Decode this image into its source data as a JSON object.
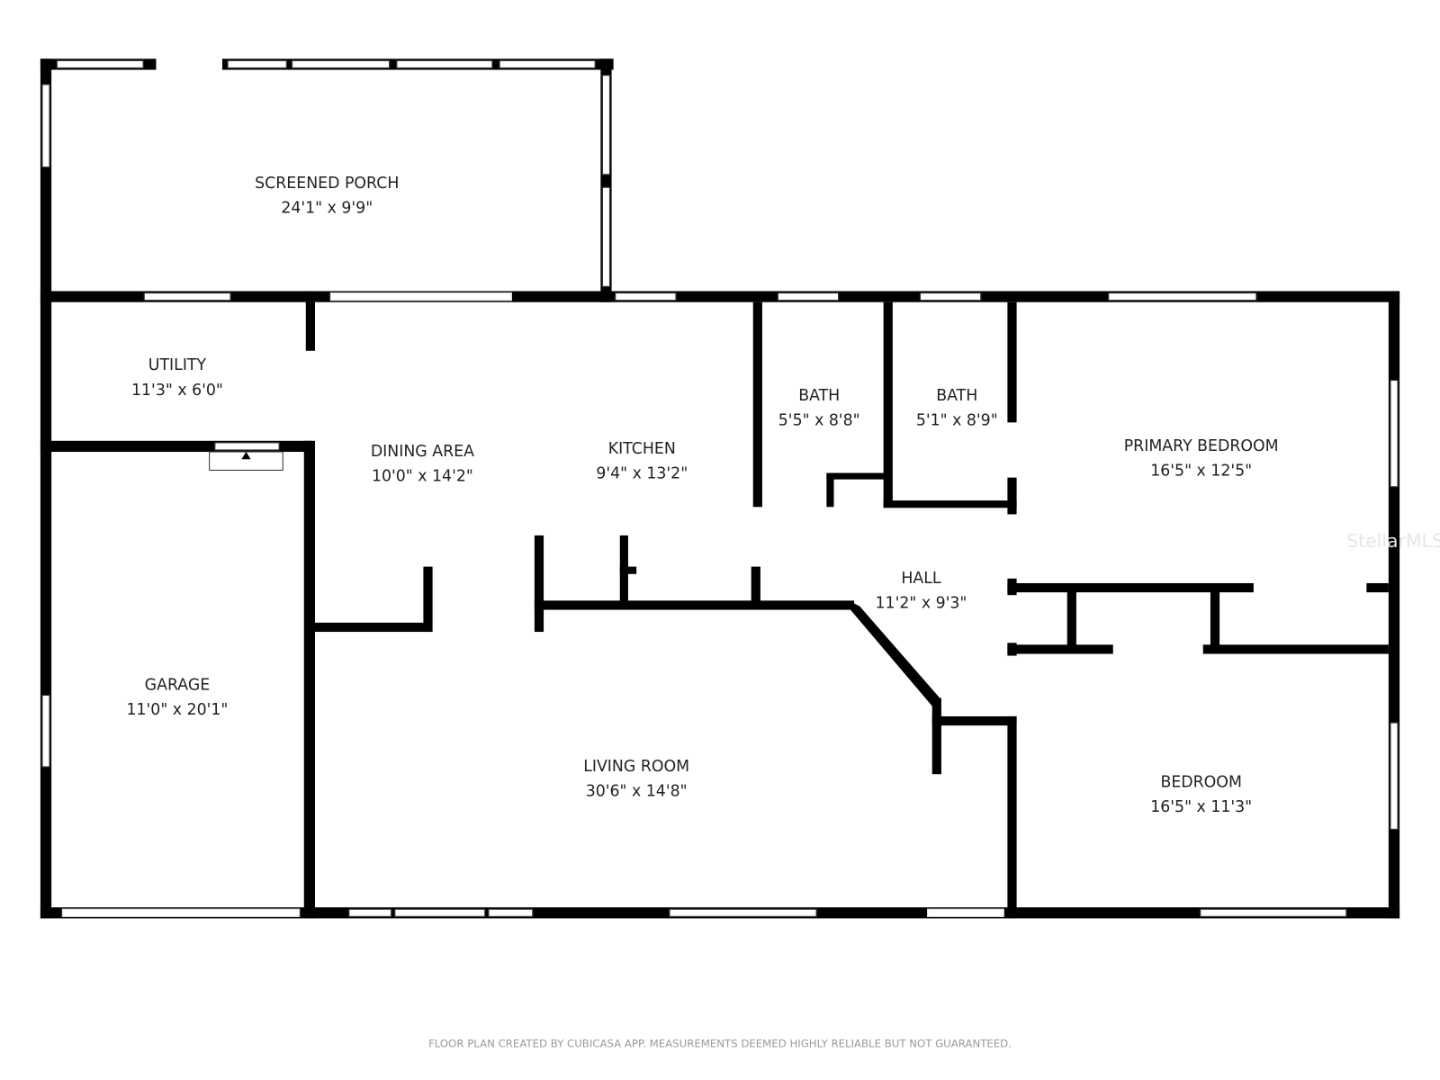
{
  "rooms": [
    {
      "name": "SCREENED PORCH",
      "size": "24'1\" x 9'9\""
    },
    {
      "name": "UTILITY",
      "size": "11'3\" x 6'0\""
    },
    {
      "name": "GARAGE",
      "size": "11'0\" x 20'1\""
    },
    {
      "name": "DINING AREA",
      "size": "10'0\" x 14'2\""
    },
    {
      "name": "KITCHEN",
      "size": "9'4\" x 13'2\""
    },
    {
      "name": "BATH",
      "size": "5'5\" x 8'8\""
    },
    {
      "name": "BATH",
      "size": "5'1\" x 8'9\""
    },
    {
      "name": "PRIMARY BEDROOM",
      "size": "16'5\" x 12'5\""
    },
    {
      "name": "HALL",
      "size": "11'2\" x 9'3\""
    },
    {
      "name": "LIVING ROOM",
      "size": "30'6\" x 14'8\""
    },
    {
      "name": "BEDROOM",
      "size": "16'5\" x 11'3\""
    }
  ],
  "watermark": "StellarMLS",
  "footer": "FLOOR PLAN CREATED BY CUBICASA APP. MEASUREMENTS DEEMED HIGHLY RELIABLE BUT NOT GUARANTEED."
}
